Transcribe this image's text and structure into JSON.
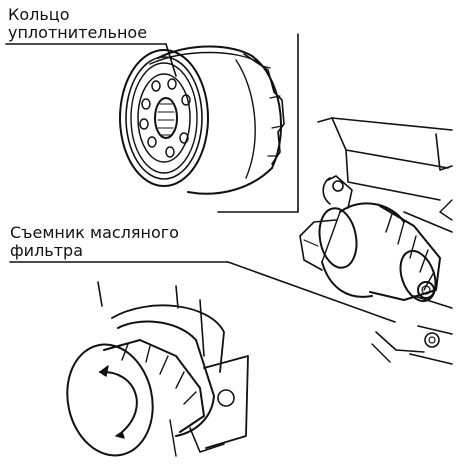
{
  "labels": {
    "seal_ring": {
      "line1": "Кольцо",
      "line2": "уплотнительное"
    },
    "filter_wrench": {
      "line1": "Съемник масляного",
      "line2": "фильтра"
    }
  },
  "colors": {
    "ink": "#111111",
    "background": "#ffffff"
  }
}
